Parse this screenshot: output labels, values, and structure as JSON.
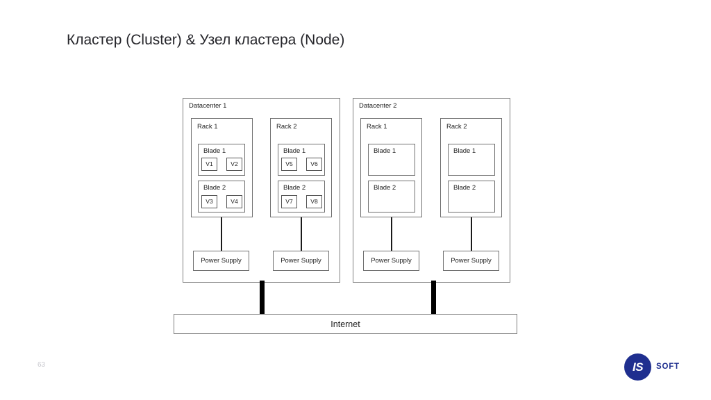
{
  "slide": {
    "title": "Кластер (Cluster) & Узел кластера (Node)",
    "page_number": "63"
  },
  "logo": {
    "mark": "IS",
    "text": "SOFT",
    "color": "#1f2f8f"
  },
  "diagram": {
    "internet_label": "Internet",
    "power_supply_label": "Power Supply",
    "datacenters": [
      {
        "label": "Datacenter 1",
        "racks": [
          {
            "label": "Rack 1",
            "blades": [
              {
                "label": "Blade 1",
                "vms": [
                  "V1",
                  "V2"
                ]
              },
              {
                "label": "Blade 2",
                "vms": [
                  "V3",
                  "V4"
                ]
              }
            ],
            "power_supply": "Power Supply"
          },
          {
            "label": "Rack 2",
            "blades": [
              {
                "label": "Blade 1",
                "vms": [
                  "V5",
                  "V6"
                ]
              },
              {
                "label": "Blade 2",
                "vms": [
                  "V7",
                  "V8"
                ]
              }
            ],
            "power_supply": "Power Supply"
          }
        ]
      },
      {
        "label": "Datacenter 2",
        "racks": [
          {
            "label": "Rack 1",
            "blades": [
              {
                "label": "Blade 1",
                "vms": []
              },
              {
                "label": "Blade 2",
                "vms": []
              }
            ],
            "power_supply": "Power Supply"
          },
          {
            "label": "Rack 2",
            "blades": [
              {
                "label": "Blade 1",
                "vms": []
              },
              {
                "label": "Blade 2",
                "vms": []
              }
            ],
            "power_supply": "Power Supply"
          }
        ]
      }
    ]
  }
}
